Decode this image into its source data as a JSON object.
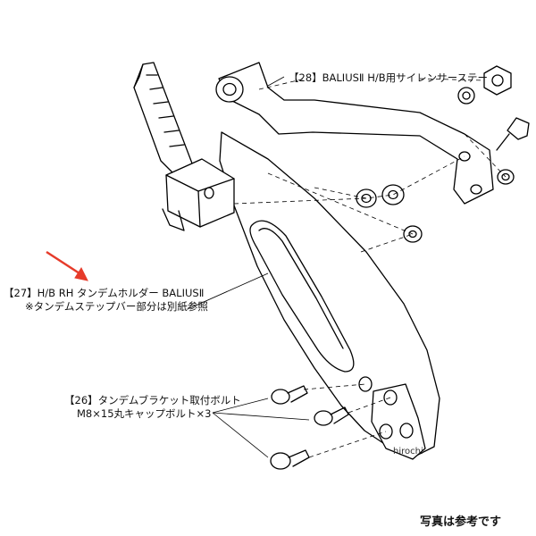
{
  "callouts": {
    "part_28": "【28】BALIUSⅡ H/B用サイレンサーステー",
    "part_27_line1": "【27】H/B RH タンデムホルダー BALIUSⅡ",
    "part_27_line2": "※タンデムステップバー部分は別紙参照",
    "part_26_line1": "【26】タンデムブラケット取付ボルト",
    "part_26_line2": "M8×15丸キャップボルト×3"
  },
  "watermark": "hirochi",
  "caption": "写真は参考です",
  "colors": {
    "line": "#000000",
    "arrow": "#e63b2a",
    "background": "#ffffff"
  }
}
